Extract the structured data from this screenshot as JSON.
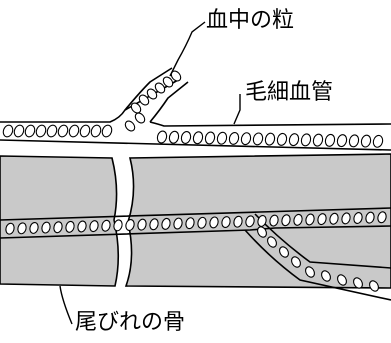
{
  "labels": {
    "blood_particles": "血中の粒",
    "capillary": "毛細血管",
    "tail_bone": "尾びれの骨"
  },
  "colors": {
    "bone_fill": "#c9c9c9",
    "stroke": "#000000",
    "background": "#ffffff"
  }
}
